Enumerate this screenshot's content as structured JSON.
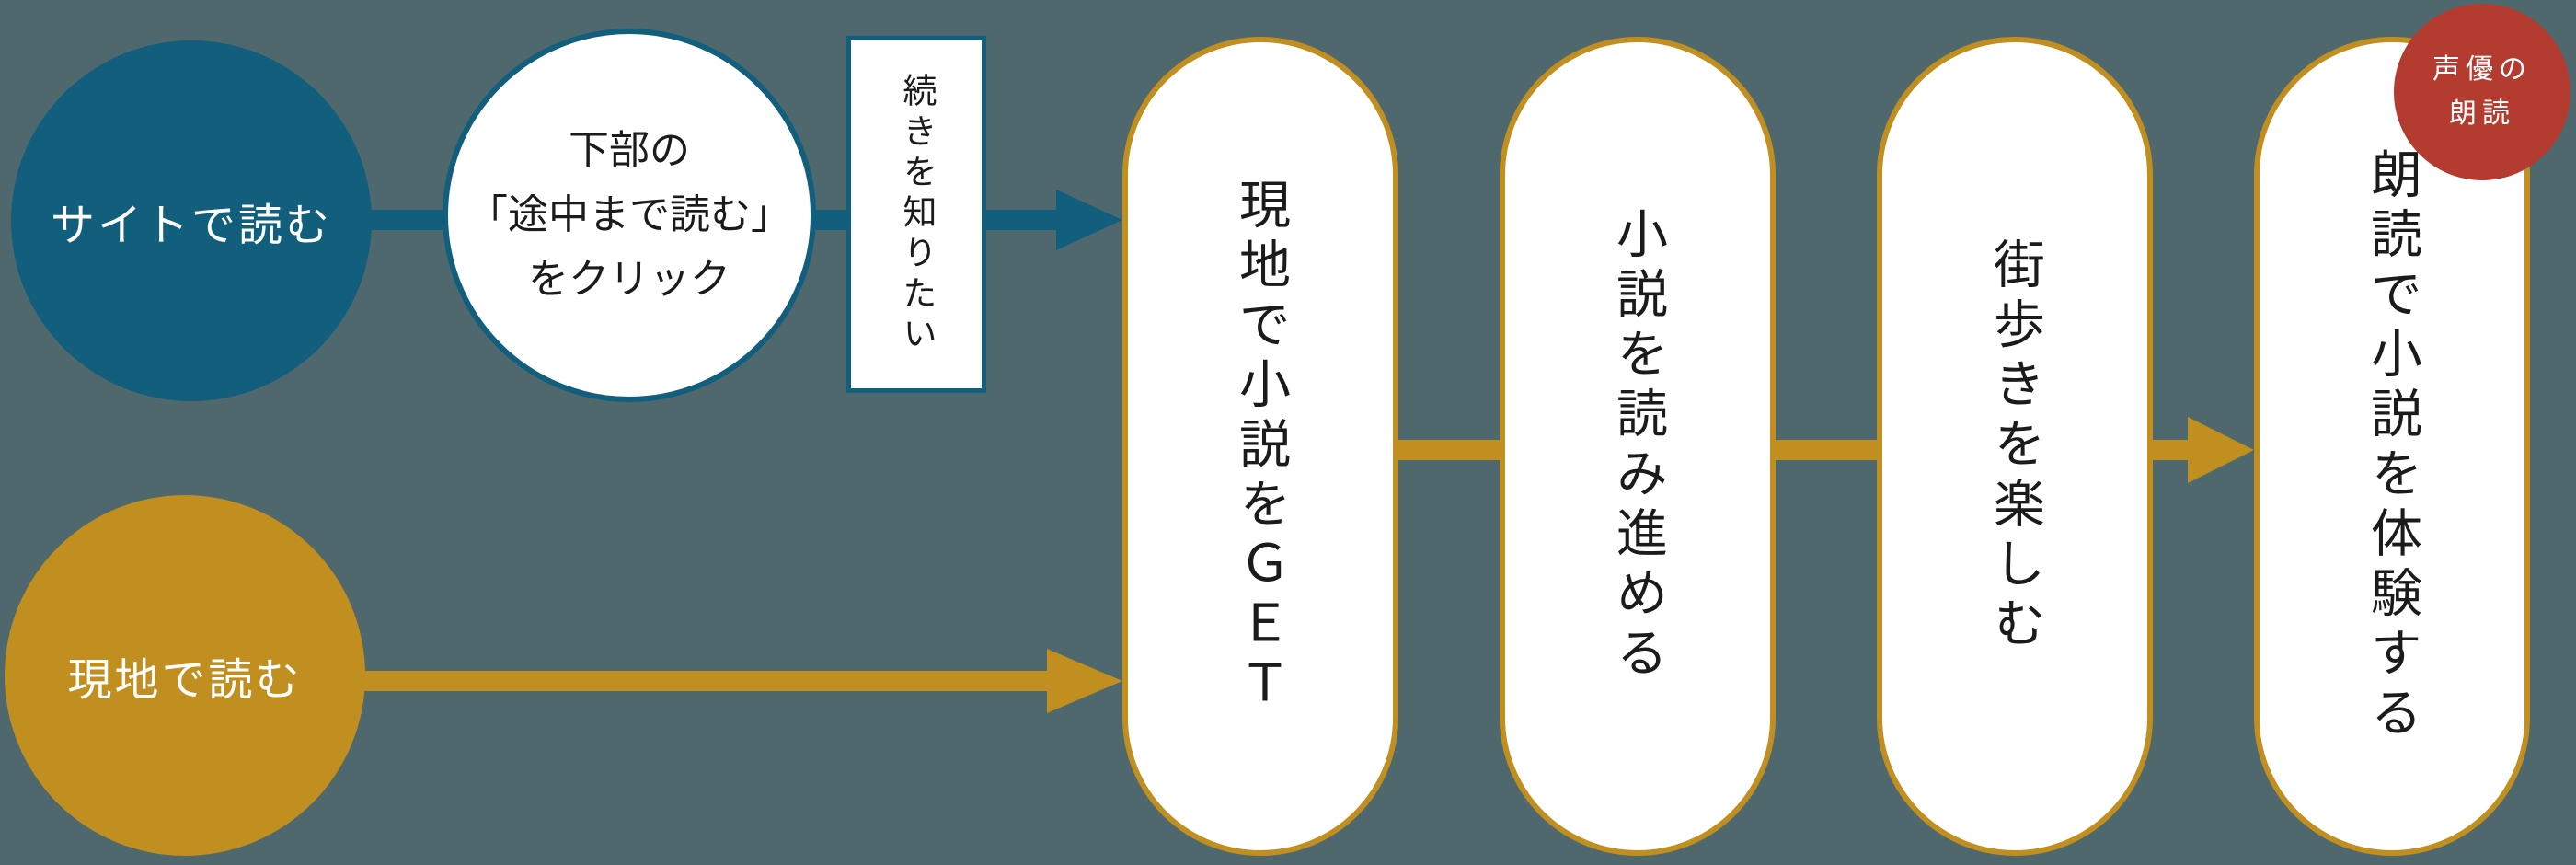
{
  "colors": {
    "background": "#4f686e",
    "teal": "#115e7d",
    "gold": "#c18e20",
    "red": "#b43b30",
    "ink": "#1b1b1b",
    "white": "#ffffff"
  },
  "start_nodes": {
    "site": {
      "label": "サイトで読む"
    },
    "local": {
      "label": "現地で読む"
    }
  },
  "note_circle": {
    "line1": "下部の",
    "line2": "「途中まで読む」",
    "line3": "をクリック"
  },
  "reason_box": {
    "label": "続きを知りたい"
  },
  "steps": [
    {
      "label": "現地で小説をＧＥＴ"
    },
    {
      "label": "小説を読み進める"
    },
    {
      "label": "街歩きを楽しむ"
    },
    {
      "label": "朗読で小説を体験する"
    }
  ],
  "badge": {
    "line1": "声優の",
    "line2": "朗読"
  }
}
